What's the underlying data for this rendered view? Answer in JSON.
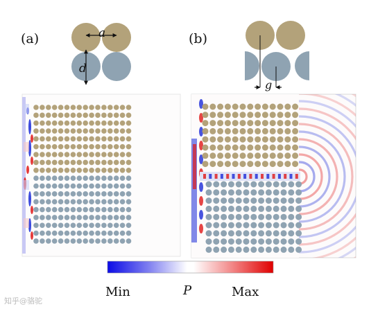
{
  "figure": {
    "panel_a": {
      "label": "(a)",
      "spacing_symbol": "a",
      "gap_symbol": "d"
    },
    "panel_b": {
      "label": "(b)",
      "offset_symbol": "g"
    },
    "colorbar": {
      "min_label": "Min",
      "max_label": "Max",
      "quantity": "P"
    }
  },
  "lattice": {
    "panel_a": {
      "cols": 16,
      "top_rows": 9,
      "bottom_rows": 9
    },
    "panel_b": {
      "cols": 13,
      "top_rows": 8,
      "bottom_rows": 9
    }
  },
  "colors": {
    "top_material": "#b3a27a",
    "bottom_material": "#8fa3b2",
    "field_positive": "#e01818",
    "field_negative": "#1a2ad8",
    "arrow": "#111111"
  },
  "watermark": {
    "text": "知乎@骆驼"
  }
}
